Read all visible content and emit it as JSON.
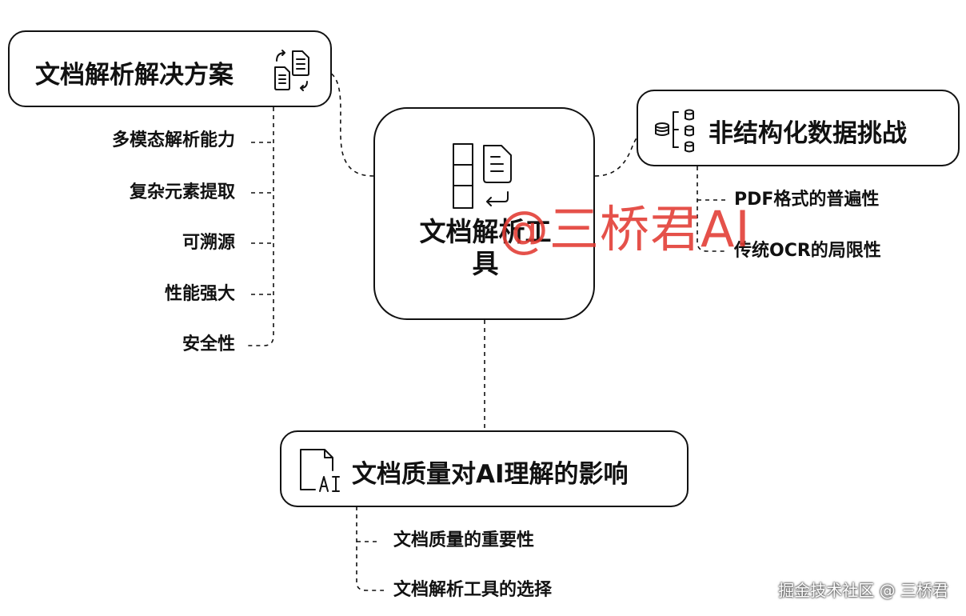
{
  "center": {
    "title": "文档解析工具"
  },
  "nodes": {
    "solutions": {
      "title": "文档解析解决方案",
      "icon": "document-sync-icon",
      "items": [
        "多模态解析能力",
        "复杂元素提取",
        "可溯源",
        "性能强大",
        "安全性"
      ]
    },
    "challenges": {
      "title": "非结构化数据挑战",
      "icon": "database-tree-icon",
      "items": [
        "PDF格式的普遍性",
        "传统OCR的局限性"
      ]
    },
    "impact": {
      "title": "文档质量对AI理解的影响",
      "icon": "ai-document-icon",
      "items": [
        "文档质量的重要性",
        "文档解析工具的选择"
      ]
    }
  },
  "watermark": "@三桥君AI",
  "credit": "掘金技术社区 @ 三桥君",
  "colors": {
    "stroke": "#111111",
    "watermark": "#e23a32"
  }
}
